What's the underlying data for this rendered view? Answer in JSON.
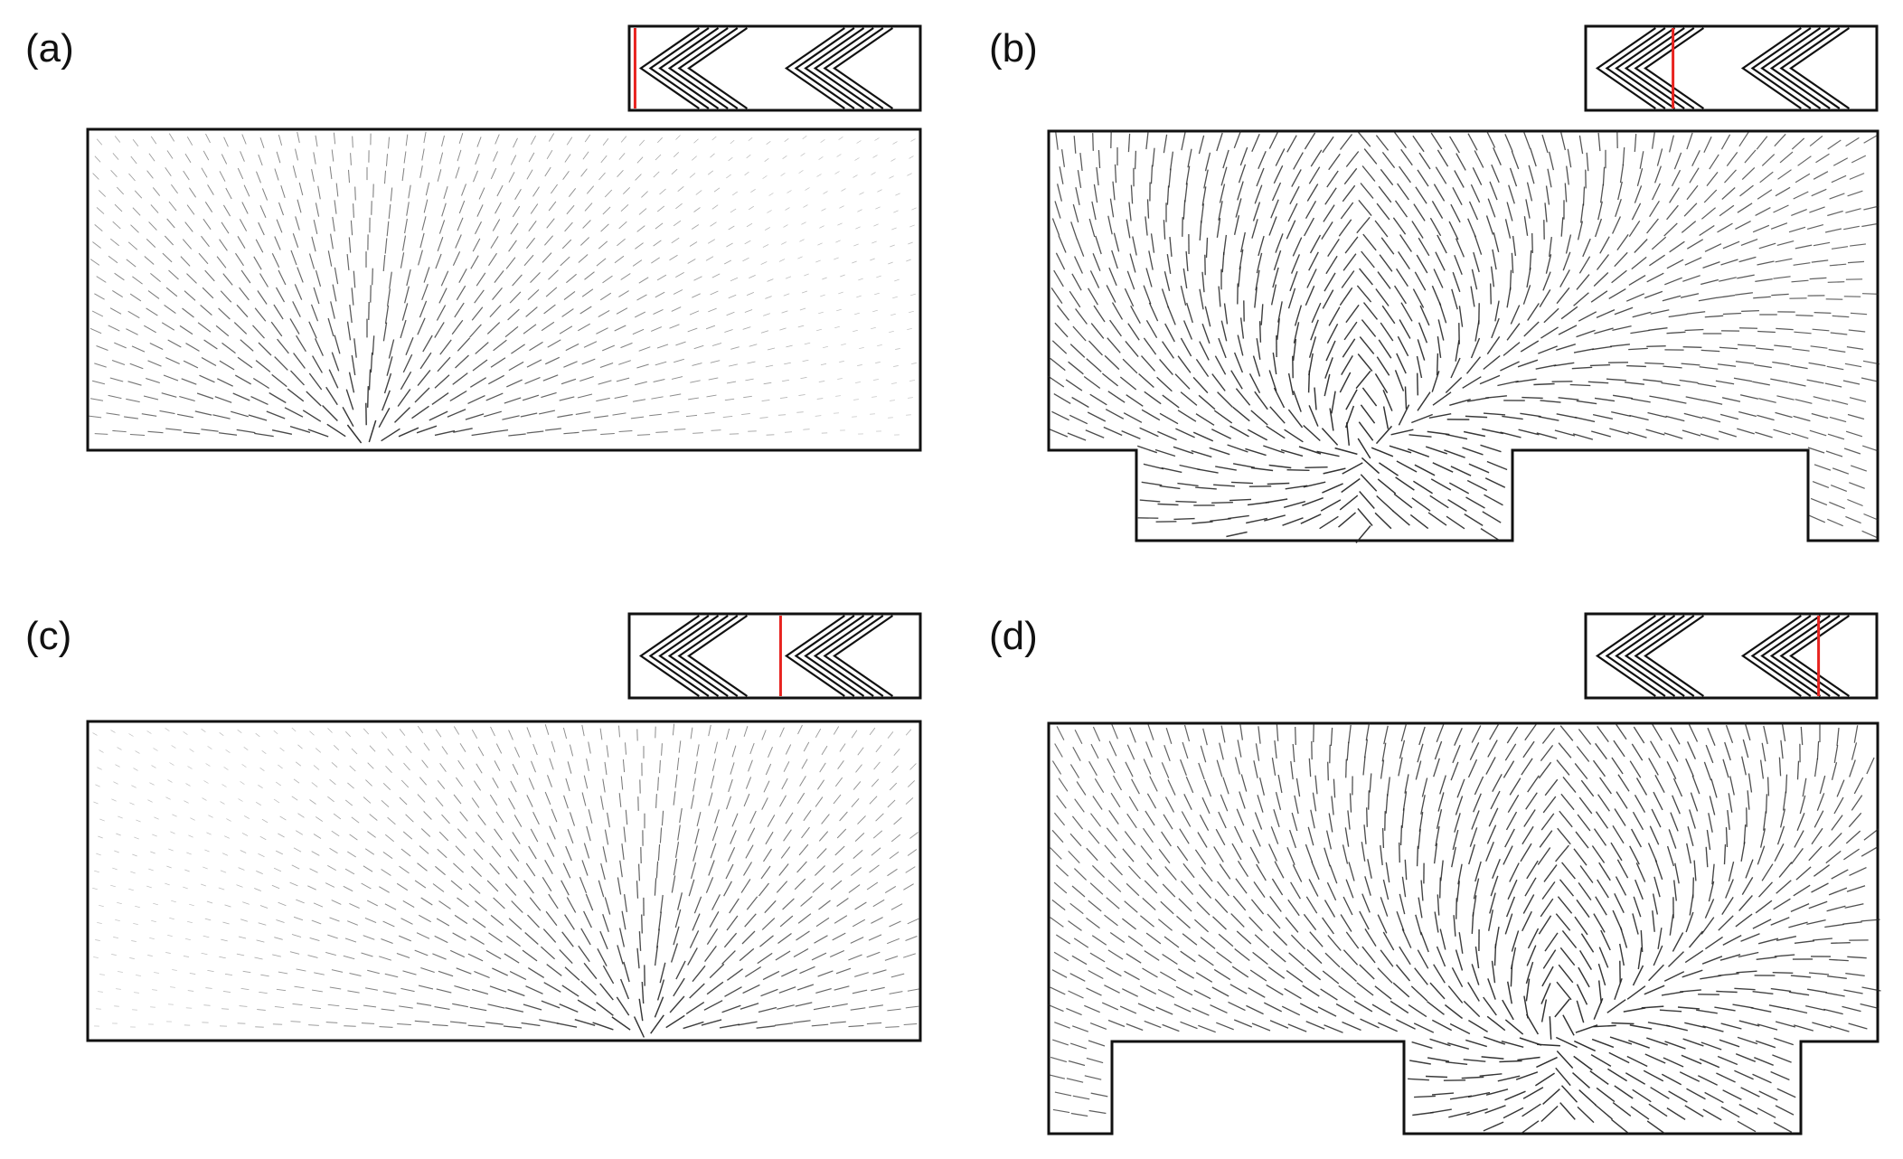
{
  "figure": {
    "panels": [
      {
        "id": "a",
        "label": "(a)",
        "marker_position": 0.02,
        "geometry": "rect",
        "focus": 0.335
      },
      {
        "id": "b",
        "label": "(b)",
        "marker_position": 0.3,
        "geometry": "stepped-left",
        "focus": 0.38
      },
      {
        "id": "c",
        "label": "(c)",
        "marker_position": 0.52,
        "geometry": "rect",
        "focus": 0.67
      },
      {
        "id": "d",
        "label": "(d)",
        "marker_position": 0.8,
        "geometry": "stepped-right",
        "focus": 0.62
      }
    ],
    "colors": {
      "outline": "#111111",
      "vector": "#222222",
      "marker": "#e8231f",
      "background": "#ffffff"
    }
  }
}
